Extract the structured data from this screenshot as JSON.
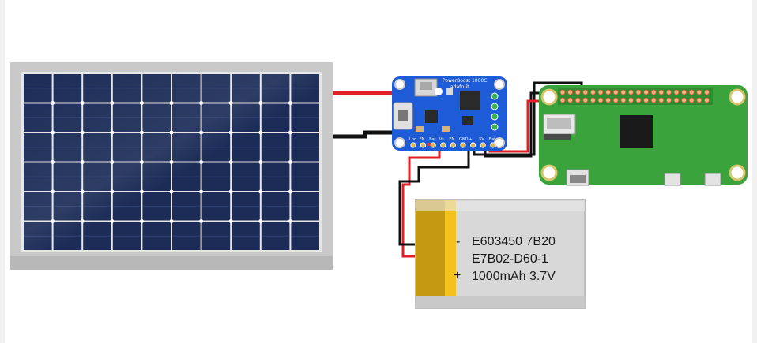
{
  "powerboost": {
    "title": "PowerBoost 1000C",
    "brand": "adafruit",
    "pins": [
      "Lbo",
      "EN",
      "Bat",
      "Vs",
      "EN",
      "GND",
      "+",
      "5V",
      "Bat"
    ]
  },
  "battery": {
    "line1": "E603450 7B20",
    "line2": "E7B02-D60-1",
    "line3": "1000mAh 3.7V",
    "minus_symbol": "-",
    "plus_symbol": "+"
  },
  "colors": {
    "wire_red": "#e21f26",
    "wire_black": "#111111",
    "board_blue": "#1e5bd6",
    "pi_green": "#3aa33c",
    "panel_cell": "#1c2c57",
    "battery_label": "#d9d9d9",
    "battery_wrap": "#f0c21b"
  },
  "icons": {
    "solar_panel": "solar-panel-icon",
    "charger_board": "powerboost-board-icon",
    "raspberry_pi": "raspberry-pi-zero-icon",
    "battery": "lipo-battery-icon"
  }
}
